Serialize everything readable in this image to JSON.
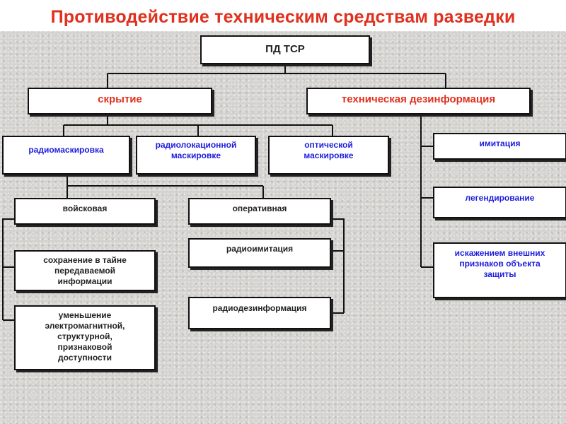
{
  "title": "Противодействие техническим средствам разведки",
  "colors": {
    "title": "#e0301e",
    "accent_red": "#e0301e",
    "accent_blue": "#1c1cdc",
    "text": "#222222"
  },
  "nodes": {
    "root": "ПД  ТСР",
    "hiding": "скрытие",
    "disinfo": "техническая дезинформация",
    "radio_mask": "радиомаскировка",
    "radar_mask": "радиолокационной\nмаскировке",
    "optical_mask": "оптической\nмаскировке",
    "imitation": "имитация",
    "legend": "легендирование",
    "distortion": "искажением внешних\nпризнаков объекта\nзащиты",
    "troop": "войсковая",
    "operative": "оперативная",
    "secrecy": "сохранение в тайне\nпередаваемой\nинформации",
    "reduction": "уменьшение\nэлектромагнитной,\nструктурной,\nпризнаковой\nдоступности",
    "radio_imitation": "радиоимитация",
    "radio_disinfo": "радиодезинформация"
  }
}
